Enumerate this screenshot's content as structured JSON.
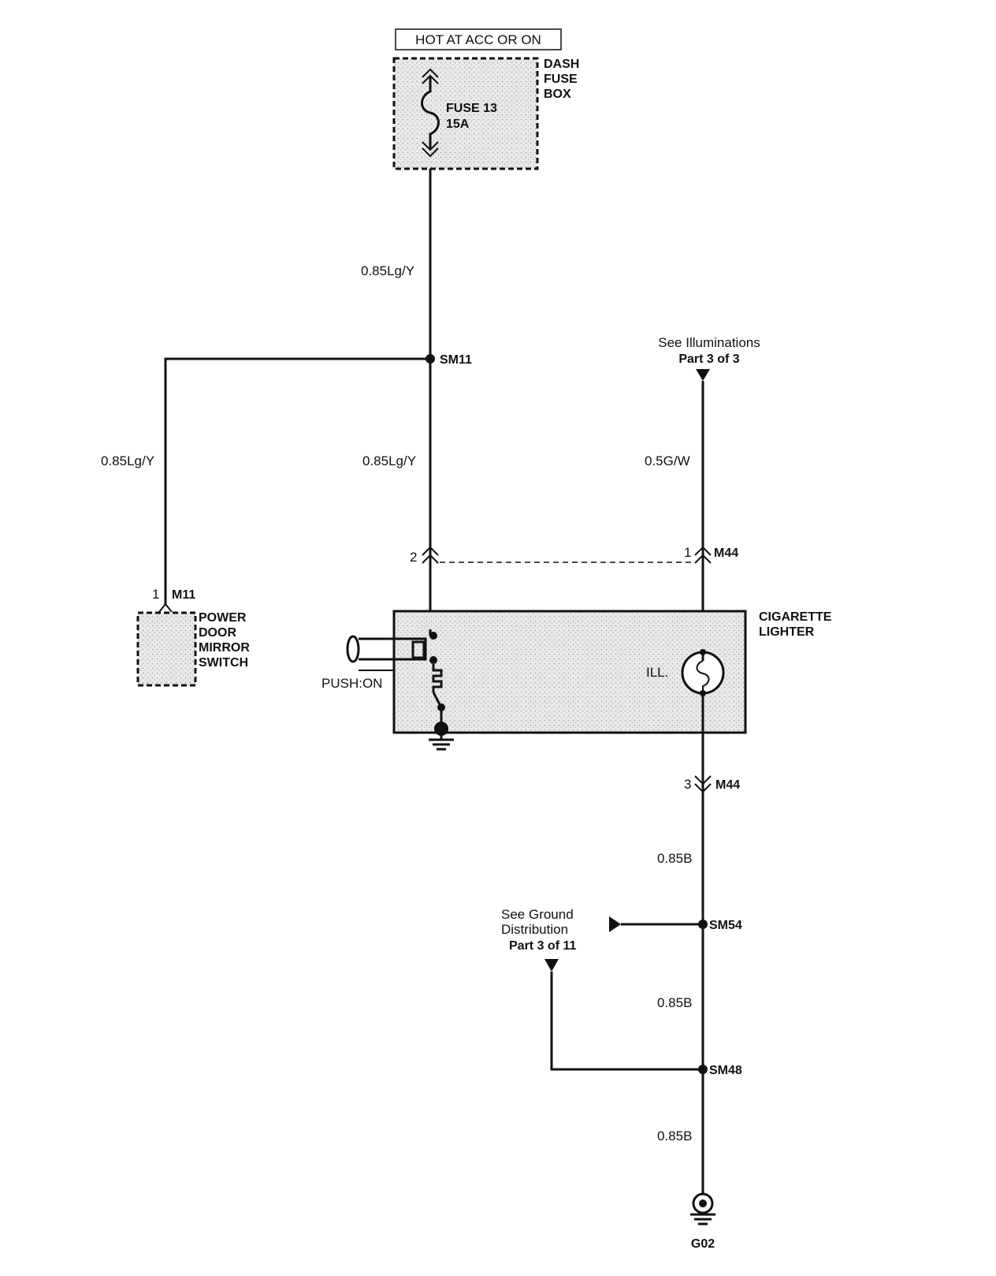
{
  "header": {
    "hot_label": "HOT AT ACC OR ON"
  },
  "fuse_box": {
    "name_lines": [
      "DASH",
      "FUSE",
      "BOX"
    ],
    "fuse_label": "FUSE 13",
    "fuse_rating": "15A"
  },
  "wires": {
    "fuse_to_sm11": "0.85Lg/Y",
    "sm11_to_mirror": "0.85Lg/Y",
    "sm11_to_lighter": "0.85Lg/Y",
    "illum_feed": "0.5G/W",
    "lighter_to_sm54": "0.85B",
    "sm54_to_sm48": "0.85B",
    "sm48_to_g02": "0.85B"
  },
  "splices": {
    "sm11": "SM11",
    "sm54": "SM54",
    "sm48": "SM48"
  },
  "connectors": {
    "m11_pin": "1",
    "m11_name": "M11",
    "m44_pin_left": "2",
    "m44_pin_right": "1",
    "m44_name_top": "M44",
    "m44_pin_bottom": "3",
    "m44_name_bottom": "M44"
  },
  "mirror_switch": {
    "name_lines": [
      "POWER",
      "DOOR",
      "MIRROR",
      "SWITCH"
    ]
  },
  "lighter": {
    "name_lines": [
      "CIGARETTE",
      "LIGHTER"
    ],
    "push_label": "PUSH:ON",
    "ill_label": "ILL."
  },
  "references": {
    "illum_line1": "See Illuminations",
    "illum_line2": "Part 3 of 3",
    "ground_line1": "See Ground",
    "ground_line2": "Distribution",
    "ground_line3": "Part 3 of 11"
  },
  "ground": {
    "name": "G02"
  }
}
